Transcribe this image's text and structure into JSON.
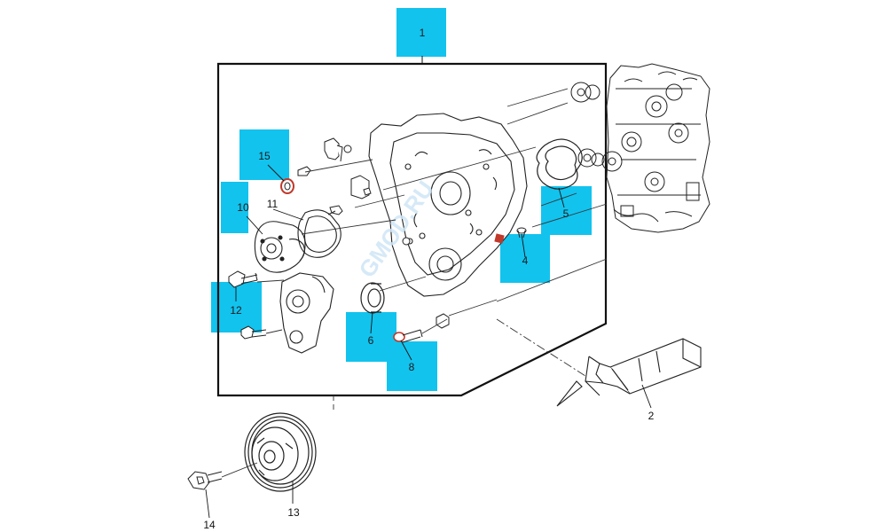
{
  "diagram": {
    "watermark": "GMOD.RU",
    "colors": {
      "highlight": "#12c3ee",
      "line": "#111111",
      "gasket_red": "#c0392b"
    },
    "callouts": [
      {
        "id": "1",
        "label": "1",
        "highlighted": true
      },
      {
        "id": "2",
        "label": "2",
        "highlighted": false
      },
      {
        "id": "4",
        "label": "4",
        "highlighted": true
      },
      {
        "id": "5",
        "label": "5",
        "highlighted": true
      },
      {
        "id": "6",
        "label": "6",
        "highlighted": true
      },
      {
        "id": "8",
        "label": "8",
        "highlighted": true
      },
      {
        "id": "10",
        "label": "10",
        "highlighted": true
      },
      {
        "id": "11",
        "label": "11",
        "highlighted": false
      },
      {
        "id": "12",
        "label": "12",
        "highlighted": true
      },
      {
        "id": "13",
        "label": "13",
        "highlighted": false
      },
      {
        "id": "14",
        "label": "14",
        "highlighted": false
      },
      {
        "id": "15",
        "label": "15",
        "highlighted": true
      }
    ]
  }
}
